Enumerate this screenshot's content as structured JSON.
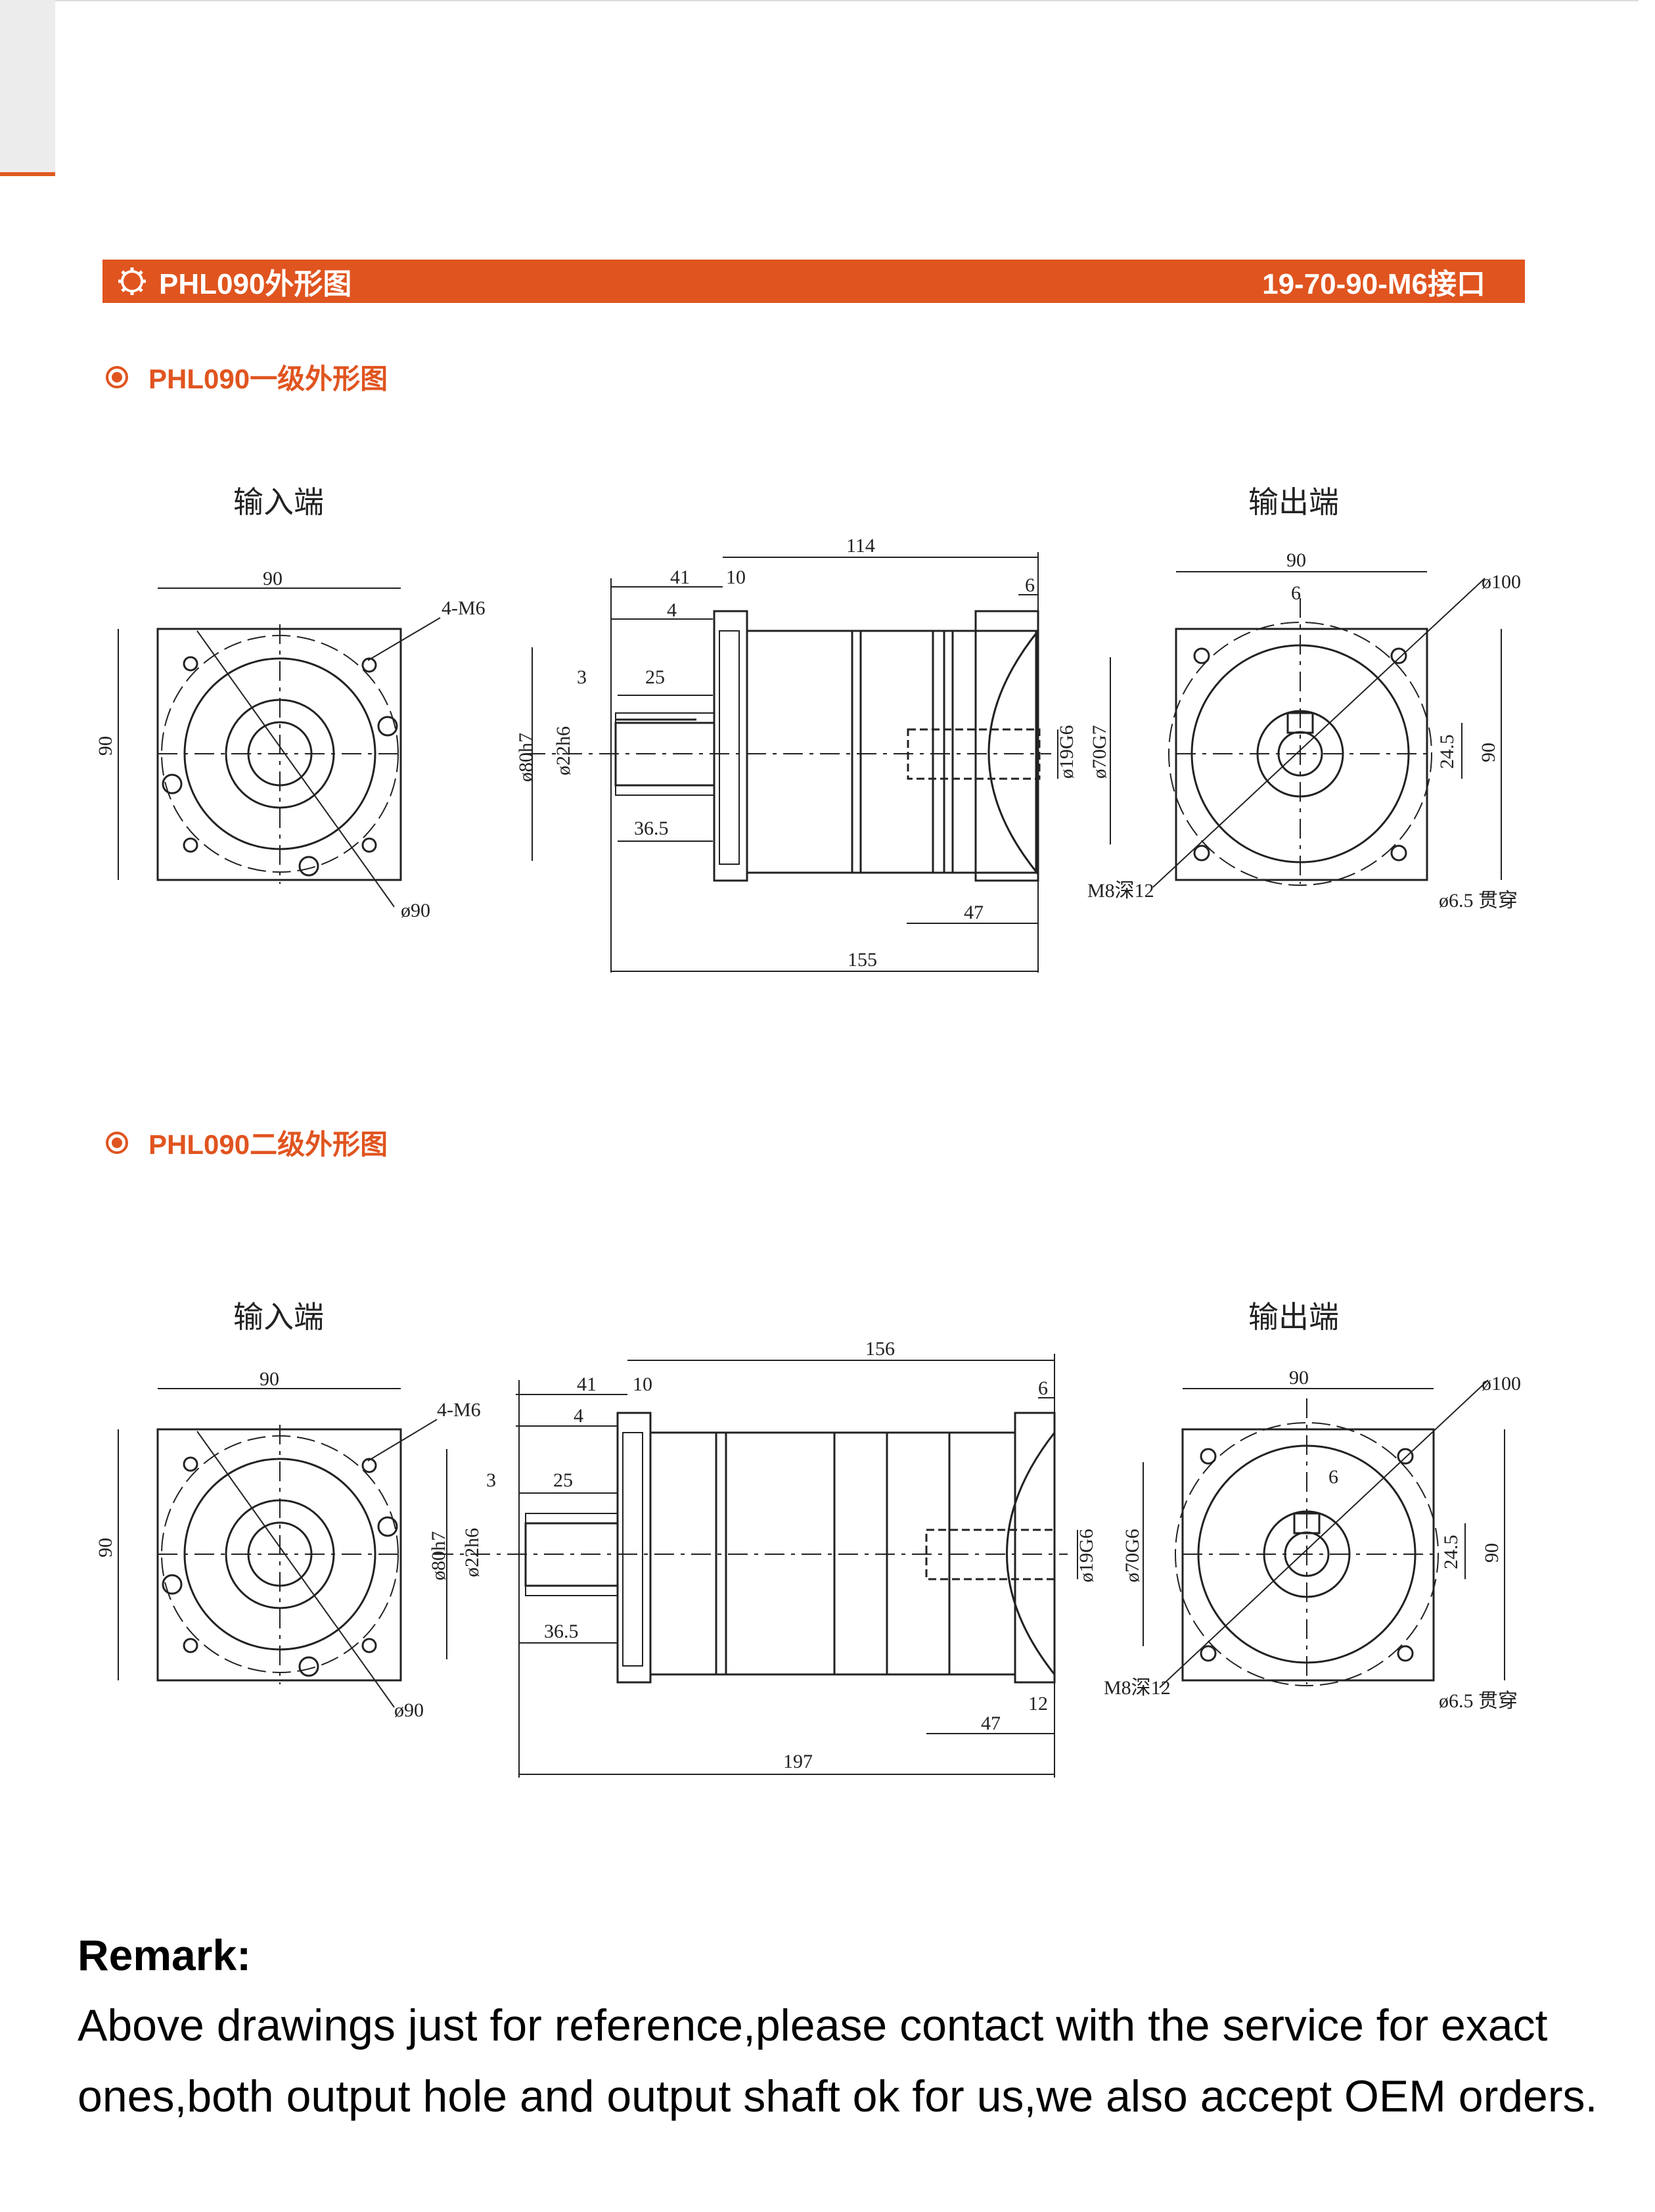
{
  "header": {
    "title": "PHL090外形图",
    "spec": "19-70-90-M6接口",
    "accent_color": "#e0541f"
  },
  "section1": {
    "title": "PHL090一级外形图",
    "input_label": "输入端",
    "output_label": "输出端",
    "input_view": {
      "width": "90",
      "height": "90",
      "thread": "4-M6",
      "pcd": "ø90"
    },
    "side_view": {
      "overall_top": "114",
      "d41": "41",
      "d10": "10",
      "d4": "4",
      "d6": "6",
      "d3": "3",
      "d25": "25",
      "d36_5": "36.5",
      "d47": "47",
      "overall": "155",
      "dia_80": "ø80h7",
      "dia_22": "ø22h6",
      "dia_19": "ø19G6",
      "dia_70": "ø70G7"
    },
    "output_view": {
      "width": "90",
      "key": "6",
      "dia": "ø100",
      "key_height": "24.5",
      "height": "90",
      "thread": "M8深12",
      "hole": "ø6.5 贯穿"
    }
  },
  "section2": {
    "title": "PHL090二级外形图",
    "input_label": "输入端",
    "output_label": "输出端",
    "input_view": {
      "width": "90",
      "height": "90",
      "thread": "4-M6",
      "pcd": "ø90"
    },
    "side_view": {
      "overall_top": "156",
      "d41": "41",
      "d10": "10",
      "d4": "4",
      "d6": "6",
      "d3": "3",
      "d25": "25",
      "d36_5": "36.5",
      "d47": "47",
      "d12": "12",
      "overall": "197",
      "dia_80": "ø80h7",
      "dia_22": "ø22h6",
      "dia_19": "ø19G6",
      "dia_70": "ø70G6"
    },
    "output_view": {
      "width": "90",
      "key": "6",
      "dia": "ø100",
      "key_height": "24.5",
      "height": "90",
      "thread": "M8深12",
      "hole": "ø6.5 贯穿"
    }
  },
  "remark": {
    "title": "Remark:",
    "body": "Above drawings just for reference,please contact with the service for exact ones,both output hole and output shaft ok for us,we also accept OEM orders."
  }
}
